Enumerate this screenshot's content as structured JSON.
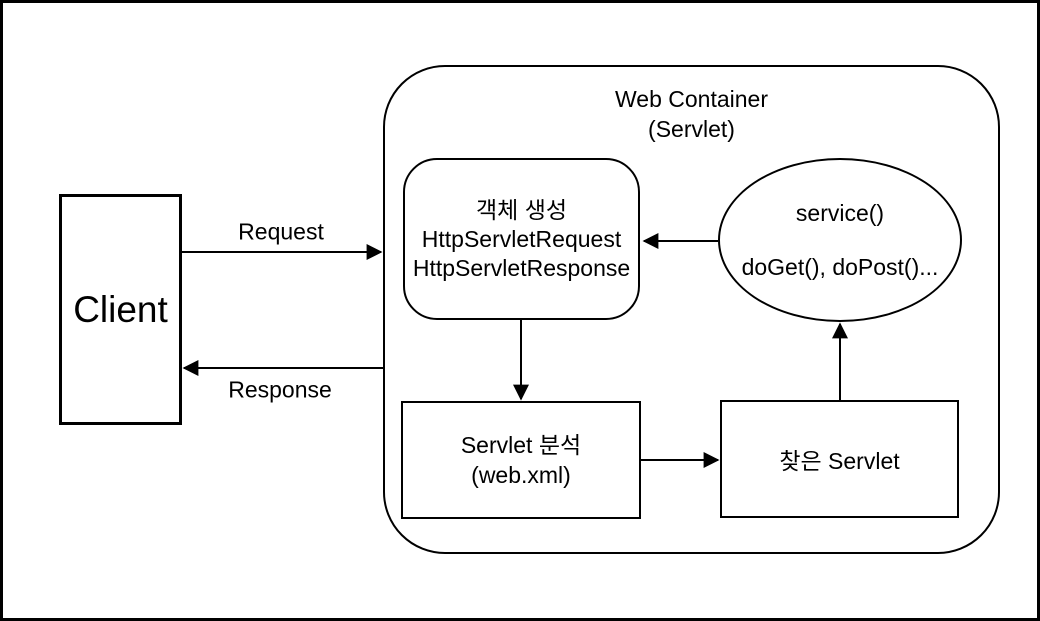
{
  "canvas": {
    "background": "#ffffff",
    "stroke_color": "#000000",
    "text_color": "#000000"
  },
  "nodes": {
    "client": {
      "label": "Client"
    },
    "web_container": {
      "title_line1": "Web Container",
      "title_line2": "(Servlet)"
    },
    "object_creation": {
      "line1": "객체 생성",
      "line2": "HttpServletRequest",
      "line3": "HttpServletResponse"
    },
    "service": {
      "line1": "service()",
      "line2": "doGet(), doPost()..."
    },
    "servlet_analysis": {
      "line1": "Servlet 분석",
      "line2": "(web.xml)"
    },
    "found_servlet": {
      "label": "찾은 Servlet"
    }
  },
  "edges": {
    "request": {
      "label": "Request",
      "from": "client",
      "to": "web_container"
    },
    "response": {
      "label": "Response",
      "from": "web_container",
      "to": "client"
    },
    "service_to_object_creation": {
      "label": "",
      "from": "service",
      "to": "object_creation"
    },
    "object_creation_to_servlet_analysis": {
      "label": "",
      "from": "object_creation",
      "to": "servlet_analysis"
    },
    "servlet_analysis_to_found_servlet": {
      "label": "",
      "from": "servlet_analysis",
      "to": "found_servlet"
    },
    "found_servlet_to_service": {
      "label": "",
      "from": "found_servlet",
      "to": "service"
    }
  }
}
